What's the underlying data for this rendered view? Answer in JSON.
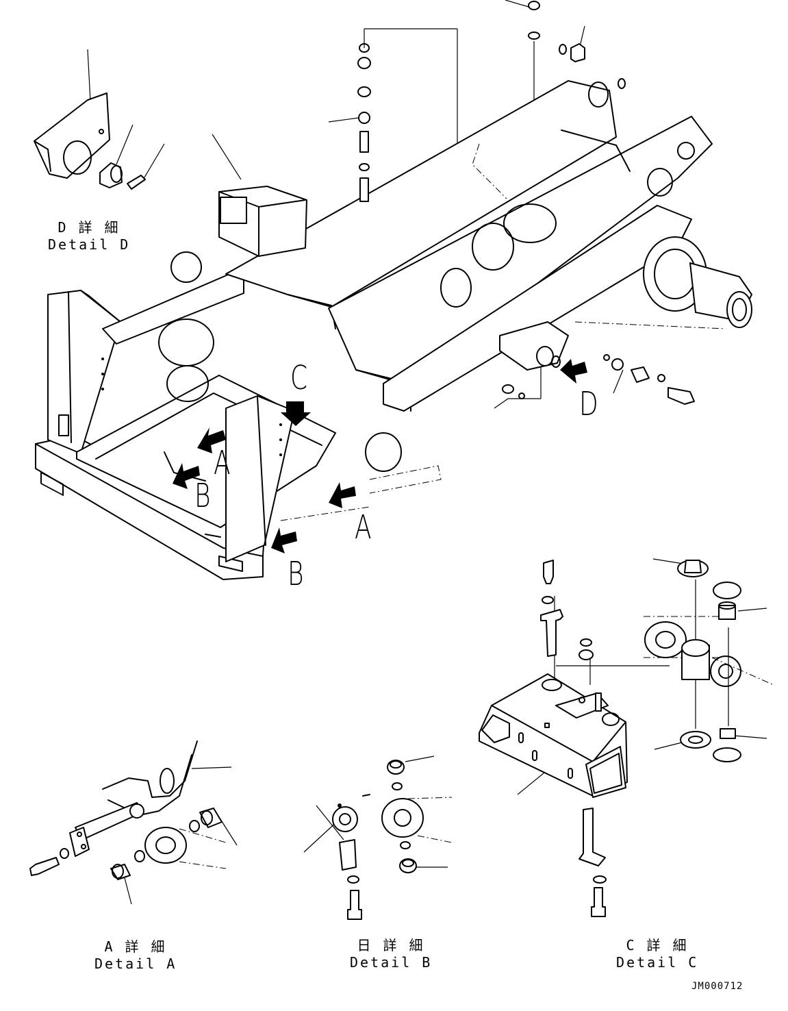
{
  "captions": {
    "detail_d": {
      "jp": "D 詳 細",
      "en": "Detail D"
    },
    "detail_a": {
      "jp": "A 詳 細",
      "en": "Detail A"
    },
    "detail_b": {
      "jp": "日 詳 細",
      "en": "Detail B"
    },
    "detail_c": {
      "jp": "C 詳 細",
      "en": "Detail C"
    }
  },
  "view_letters": {
    "a1": "A",
    "a2": "A",
    "b1": "B",
    "b2": "B",
    "c": "C",
    "d": "D"
  },
  "doc_id": "JM000712"
}
